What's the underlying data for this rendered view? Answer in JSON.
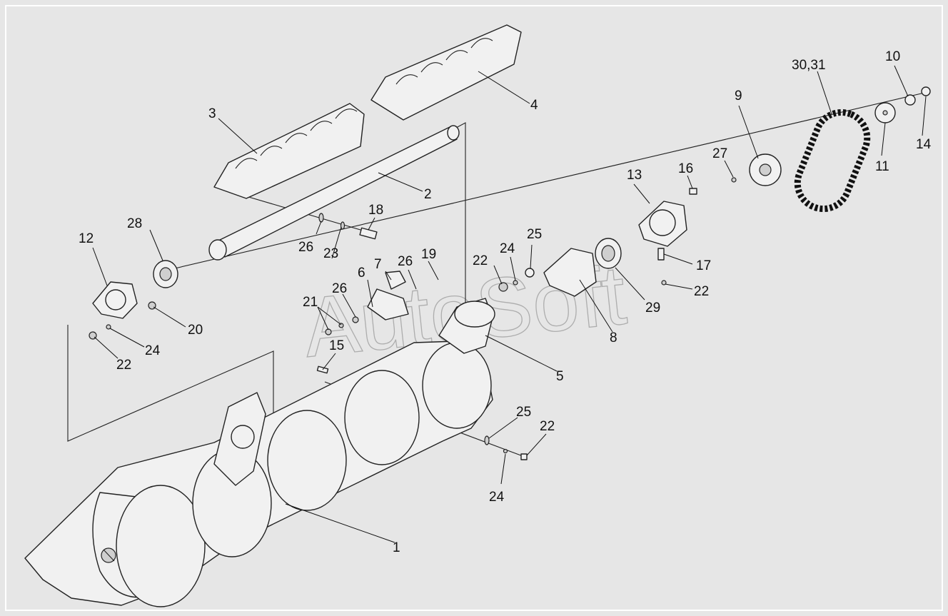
{
  "watermark": "AutoSoft",
  "callouts": [
    {
      "id": "c1",
      "text": "1"
    },
    {
      "id": "c2",
      "text": "2"
    },
    {
      "id": "c3",
      "text": "3"
    },
    {
      "id": "c4",
      "text": "4"
    },
    {
      "id": "c5",
      "text": "5"
    },
    {
      "id": "c6",
      "text": "6"
    },
    {
      "id": "c7",
      "text": "7"
    },
    {
      "id": "c8",
      "text": "8"
    },
    {
      "id": "c9",
      "text": "9"
    },
    {
      "id": "c10",
      "text": "10"
    },
    {
      "id": "c11",
      "text": "11"
    },
    {
      "id": "c12",
      "text": "12"
    },
    {
      "id": "c13",
      "text": "13"
    },
    {
      "id": "c14",
      "text": "14"
    },
    {
      "id": "c15",
      "text": "15"
    },
    {
      "id": "c16",
      "text": "16"
    },
    {
      "id": "c17",
      "text": "17"
    },
    {
      "id": "c18",
      "text": "18"
    },
    {
      "id": "c19",
      "text": "19"
    },
    {
      "id": "c20",
      "text": "20"
    },
    {
      "id": "c21",
      "text": "21"
    },
    {
      "id": "c22a",
      "text": "22"
    },
    {
      "id": "c22b",
      "text": "22"
    },
    {
      "id": "c22c",
      "text": "22"
    },
    {
      "id": "c22d",
      "text": "22"
    },
    {
      "id": "c23",
      "text": "23"
    },
    {
      "id": "c24a",
      "text": "24"
    },
    {
      "id": "c24b",
      "text": "24"
    },
    {
      "id": "c24c",
      "text": "24"
    },
    {
      "id": "c25a",
      "text": "25"
    },
    {
      "id": "c25b",
      "text": "25"
    },
    {
      "id": "c26a",
      "text": "26"
    },
    {
      "id": "c26b",
      "text": "26"
    },
    {
      "id": "c26c",
      "text": "26"
    },
    {
      "id": "c27",
      "text": "27"
    },
    {
      "id": "c28",
      "text": "28"
    },
    {
      "id": "c29",
      "text": "29"
    },
    {
      "id": "c3031",
      "text": "30,31"
    }
  ]
}
